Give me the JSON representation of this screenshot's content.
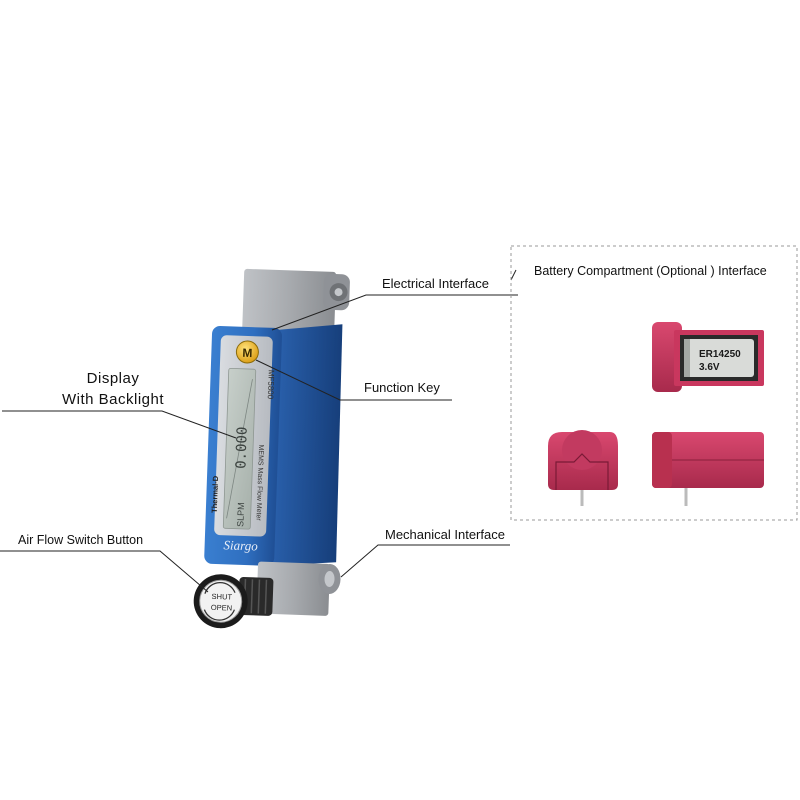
{
  "labels": {
    "electrical_interface": "Electrical Interface",
    "function_key": "Function Key",
    "mechanical_interface": "Mechanical Interface",
    "air_flow_switch_button": "Air Flow Switch Button",
    "display_line1": "Display",
    "display_line2": "With Backlight",
    "battery_compartment": "Battery Compartment (Optional ) Interface"
  },
  "device": {
    "brand": "Siargo",
    "model": "MF5800",
    "series": "Thermal-D",
    "description": "MEMS Mass Flow Meter",
    "unit": "SLPM",
    "function_key_letter": "M",
    "valve_text_shut": "SHUT",
    "valve_text_open": "OPEN"
  },
  "battery": {
    "cell_model": "ER14250",
    "cell_voltage": "3.6V"
  },
  "colors": {
    "body_blue": "#2f6fc0",
    "body_blue_dark": "#1f4f95",
    "bezel_silver": "#c8ccd2",
    "lcd_green_gray": "#b9c2bc",
    "function_key_yellow": "#f0b820",
    "connector_gray": "#a7aaae",
    "battery_magenta": "#c9375e",
    "dashed_border": "#9a9a9a",
    "leader_line": "#222222"
  },
  "icons": {
    "function_key": "letter-m-button-icon",
    "valve_knob": "knurled-knob-icon"
  }
}
